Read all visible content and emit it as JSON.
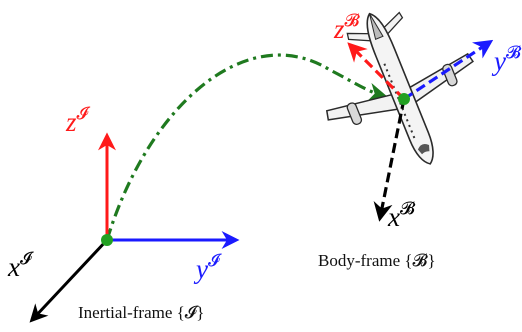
{
  "colors": {
    "x_axis": "#000000",
    "y_axis": "#1a1aff",
    "z_axis": "#ff1a1a",
    "trajectory": "#1f7a1f",
    "origin": "#22a022",
    "aircraft_body": "#f2f2f2",
    "aircraft_outline": "#2b2b2b"
  },
  "inertial": {
    "x_base": "x",
    "y_base": "y",
    "z_base": "z",
    "sup": "𝓘",
    "caption": "Inertial-frame {𝓘}"
  },
  "body": {
    "x_base": "x",
    "y_base": "y",
    "z_base": "z",
    "sup": "𝓑",
    "caption": "Body-frame {𝓑}"
  },
  "icons": {
    "aircraft": "airplane-icon"
  }
}
